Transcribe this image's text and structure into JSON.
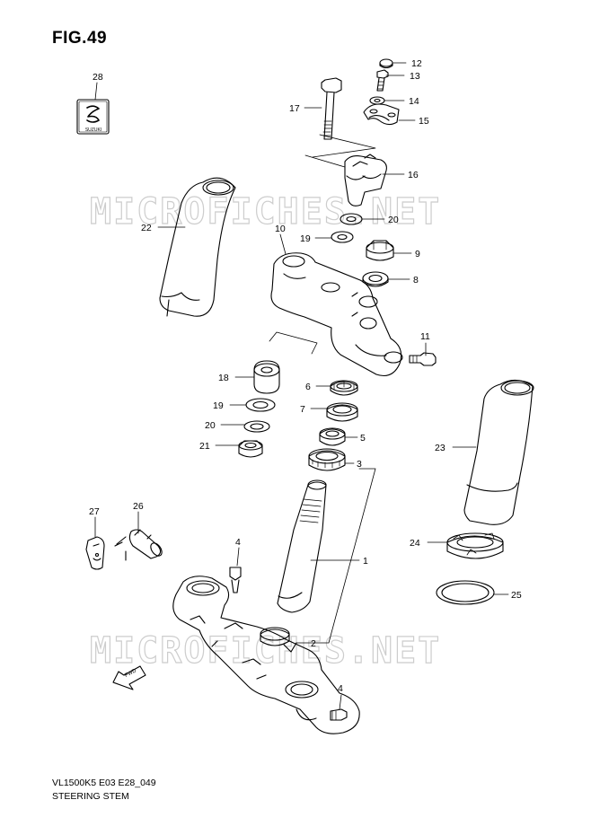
{
  "figure": {
    "title": "FIG.49"
  },
  "footer": {
    "code": "VL1500K5 E03 E28_049",
    "name": "STEERING STEM"
  },
  "watermark": {
    "text": "MICROFICHES.NET"
  },
  "badge": {
    "text": "SUZUKI"
  },
  "direction": {
    "text": "FWD"
  },
  "callouts": {
    "c1": "1",
    "c2": "2",
    "c3": "3",
    "c4a": "4",
    "c4b": "4",
    "c5": "5",
    "c6": "6",
    "c7": "7",
    "c8": "8",
    "c9": "9",
    "c10": "10",
    "c11": "11",
    "c12": "12",
    "c13": "13",
    "c14": "14",
    "c15": "15",
    "c16": "16",
    "c17": "17",
    "c18": "18",
    "c19a": "19",
    "c19b": "19",
    "c20a": "20",
    "c20b": "20",
    "c21": "21",
    "c22": "22",
    "c23": "23",
    "c24": "24",
    "c25": "25",
    "c26": "26",
    "c27": "27",
    "c28": "28"
  },
  "colors": {
    "line": "#000000",
    "watermark": "#c8c8c8",
    "background": "#ffffff"
  }
}
